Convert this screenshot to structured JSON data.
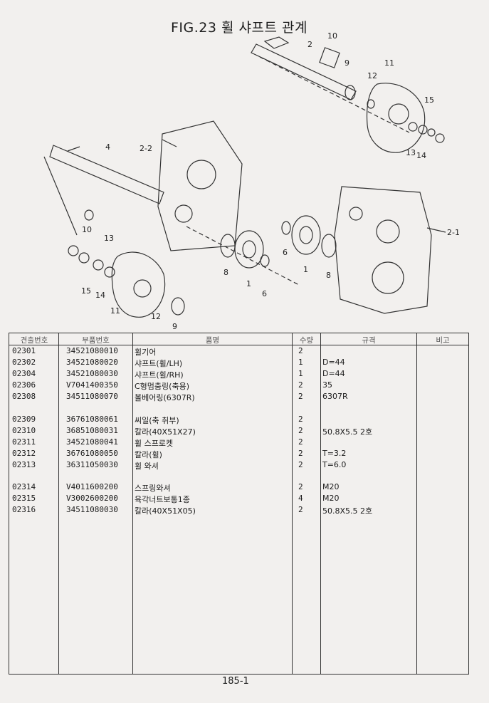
{
  "header": {
    "title": "FIG.23 휠 샤프트 관계"
  },
  "diagram_labels": {
    "l10a": "10",
    "l2": "2",
    "l9a": "9",
    "l12a": "12",
    "l11a": "11",
    "l15a": "15",
    "l13a": "13",
    "l14a": "14",
    "l4": "4",
    "l2_2": "2-2",
    "l10b": "10",
    "l13b": "13",
    "l15b": "15",
    "l14b": "14",
    "l12b": "12",
    "l11b": "11",
    "l9b": "9",
    "l8a": "8",
    "l1a": "1",
    "l6a": "6",
    "l6b": "6",
    "l1b": "1",
    "l8b": "8",
    "l2_1": "2-1"
  },
  "table": {
    "headers": [
      "견출번호",
      "부품번호",
      "품명",
      "수량",
      "규격",
      "비고"
    ],
    "rows": [
      {
        "ref": "02301",
        "part": "34521080010",
        "name": "휠기어",
        "qty": "2",
        "spec": ""
      },
      {
        "ref": "02302",
        "part": "34521080020",
        "name": "샤프트(휠/LH)",
        "qty": "1",
        "spec": "D=44"
      },
      {
        "ref": "02304",
        "part": "34521080030",
        "name": "샤프트(휠/RH)",
        "qty": "1",
        "spec": "D=44"
      },
      {
        "ref": "02306",
        "part": "V7041400350",
        "name": "C형멈춤링(축용)",
        "qty": "2",
        "spec": "35"
      },
      {
        "ref": "02308",
        "part": "34511080070",
        "name": "볼베어링(6307R)",
        "qty": "2",
        "spec": "6307R"
      },
      {
        "ref": "02309",
        "part": "36761080061",
        "name": "씨일(축 취부)",
        "qty": "2",
        "spec": ""
      },
      {
        "ref": "02310",
        "part": "36851080031",
        "name": "칼라(40X51X27)",
        "qty": "2",
        "spec": "50.8X5.5 2호"
      },
      {
        "ref": "02311",
        "part": "34521080041",
        "name": "휠 스프로켓",
        "qty": "2",
        "spec": ""
      },
      {
        "ref": "02312",
        "part": "36761080050",
        "name": "칼라(휠)",
        "qty": "2",
        "spec": "T=3.2"
      },
      {
        "ref": "02313",
        "part": "36311050030",
        "name": "휠 와셔",
        "qty": "2",
        "spec": "T=6.0"
      },
      {
        "ref": "02314",
        "part": "V4011600200",
        "name": "스프링와셔",
        "qty": "2",
        "spec": "M20"
      },
      {
        "ref": "02315",
        "part": "V3002600200",
        "name": "육각너트보통1종",
        "qty": "4",
        "spec": "M20"
      },
      {
        "ref": "02316",
        "part": "34511080030",
        "name": "칼라(40X51X05)",
        "qty": "2",
        "spec": "50.8X5.5 2호"
      }
    ]
  },
  "footer": {
    "page_number": "185-1"
  }
}
